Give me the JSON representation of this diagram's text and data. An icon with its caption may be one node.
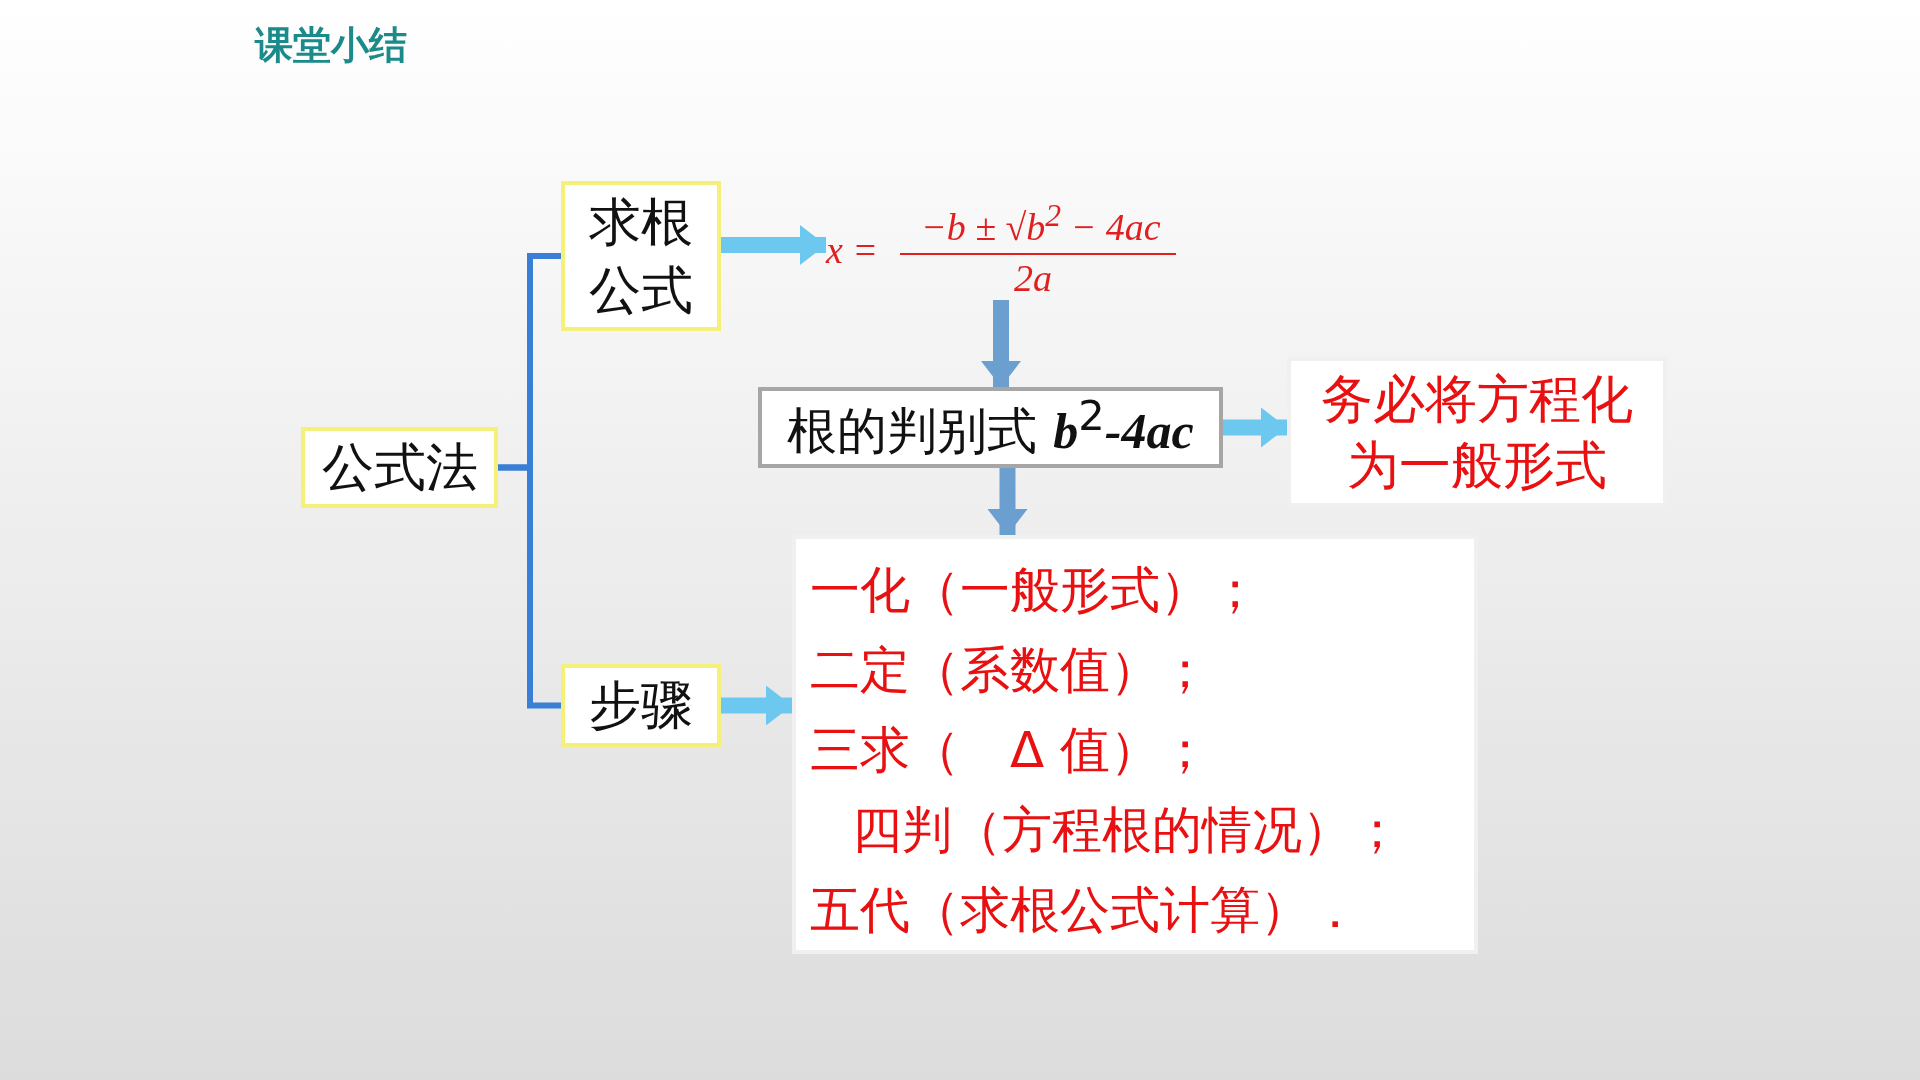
{
  "diagram": {
    "title": "课堂小结",
    "nodes": [
      {
        "text": [
          "公式法"
        ]
      },
      {
        "text": [
          "求根公式"
        ]
      },
      {
        "text": [
          "x =",
          "−b ± √b$^{2}$ − 4ac",
          "2a"
        ]
      },
      {
        "text": [
          "根的判别式 *b*$^{2}$*-4ac*"
        ]
      },
      {
        "text": [
          "务必将方程化为一般形式"
        ]
      },
      {
        "text": [
          "步骤"
        ]
      },
      {
        "text": [
          "一化（一般形式）；",
          "二定（系数值）；",
          "三求（　Δ 值）；",
          "四判（方程根的情况）；",
          "五代（求根公式计算）．"
        ]
      }
    ],
    "edges": [
      {
        "from": 0,
        "to": 1,
        "arrow": "none"
      },
      {
        "from": 0,
        "to": 5,
        "arrow": "none"
      },
      {
        "from": 1,
        "to": 2,
        "arrow": "to"
      },
      {
        "from": 2,
        "to": 3,
        "arrow": "to",
        "color": "#6a9fd0"
      },
      {
        "from": 3,
        "to": 4,
        "arrow": "to"
      },
      {
        "from": 3,
        "to": 6,
        "arrow": "to",
        "color": "#6a9fd0"
      },
      {
        "from": 5,
        "to": 6,
        "arrow": "to"
      }
    ]
  }
}
